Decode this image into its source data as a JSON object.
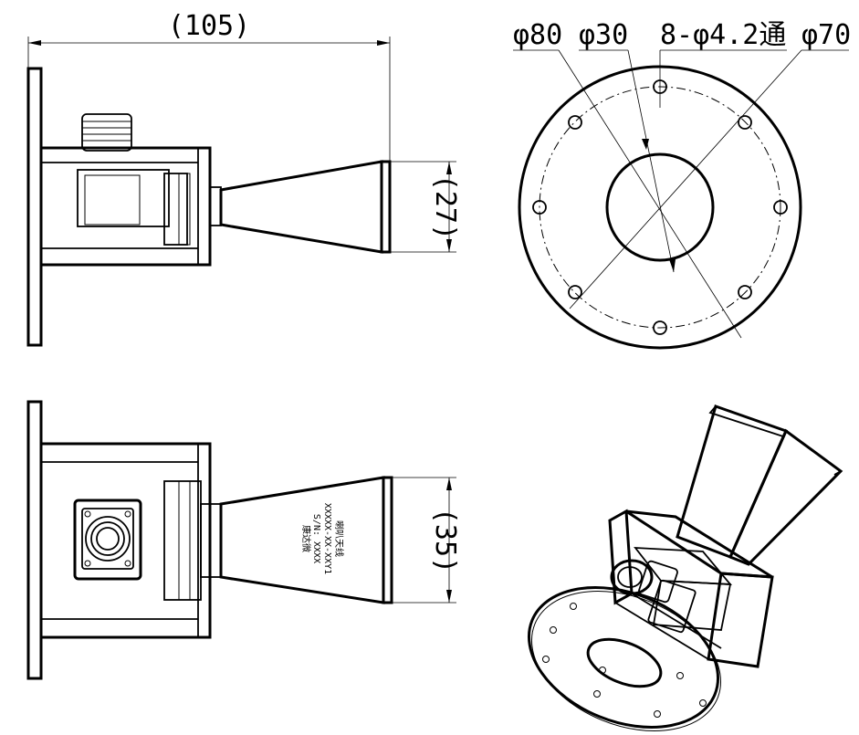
{
  "dimensions": {
    "overall_length": "(105)",
    "aperture_side_view": "(27)",
    "aperture_top_view": "(35)"
  },
  "flange_callouts": {
    "outer_diameter": "φ80",
    "inner_diameter": "φ30",
    "bolt_holes": "8-φ4.2通",
    "bolt_circle": "φ70"
  },
  "nameplate": {
    "line1": "喇叭天线",
    "line2": "XXXXX-XX-XXY1",
    "line3": "S/N: XXXX",
    "line4": "康达微"
  }
}
